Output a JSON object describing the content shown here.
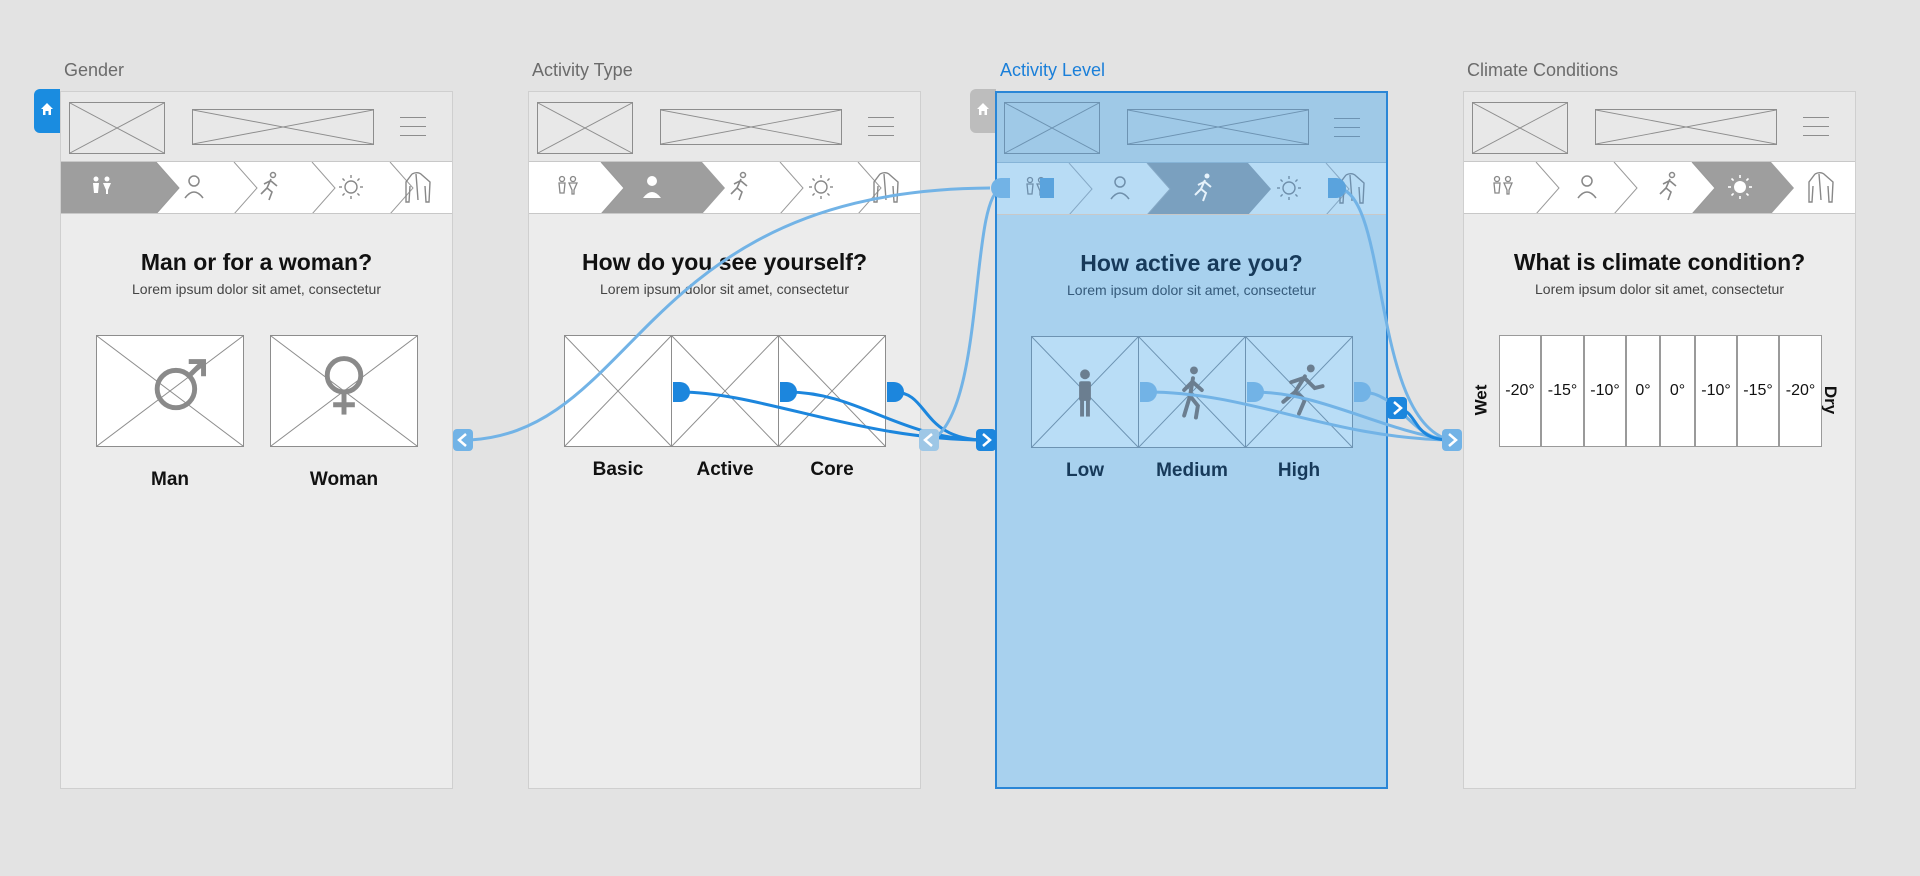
{
  "artboards": [
    {
      "title": "Gender",
      "question": "Man or for a woman?",
      "subtitle": "Lorem ipsum dolor sit amet, consectetur",
      "options": [
        {
          "label": "Man",
          "icon": "male-symbol-icon"
        },
        {
          "label": "Woman",
          "icon": "female-symbol-icon"
        }
      ],
      "active_step": 1
    },
    {
      "title": "Activity Type",
      "question": "How do you see yourself?",
      "subtitle": "Lorem ipsum dolor sit amet, consectetur",
      "options": [
        {
          "label": "Basic"
        },
        {
          "label": "Active"
        },
        {
          "label": "Core"
        }
      ],
      "active_step": 2
    },
    {
      "title": "Activity Level",
      "question": "How active are you?",
      "subtitle": "Lorem ipsum dolor sit amet, consectetur",
      "options": [
        {
          "label": "Low",
          "icon": "standing-person-icon"
        },
        {
          "label": "Medium",
          "icon": "walking-person-icon"
        },
        {
          "label": "High",
          "icon": "running-person-icon"
        }
      ],
      "active_step": 3,
      "selected": true
    },
    {
      "title": "Climate Conditions",
      "question": "What is climate condition?",
      "subtitle": "Lorem ipsum dolor sit amet, consectetur",
      "scale_left": "Wet",
      "scale_right": "Dry",
      "scale_values": [
        "-20°",
        "-15°",
        "-10°",
        "0°",
        "0°",
        "-10°",
        "-15°",
        "-20°"
      ],
      "active_step": 4
    }
  ],
  "steps": [
    "gender-icon",
    "person-icon",
    "running-icon",
    "sun-icon",
    "jacket-icon"
  ],
  "colors": {
    "accent": "#1a7fd9",
    "connector": "#1c86dd",
    "connector_light": "#72b3e6",
    "selection_fill": "#a8d1ee",
    "active_step_gray": "#9e9e9e",
    "active_step_blue": "#7aa0bf"
  }
}
